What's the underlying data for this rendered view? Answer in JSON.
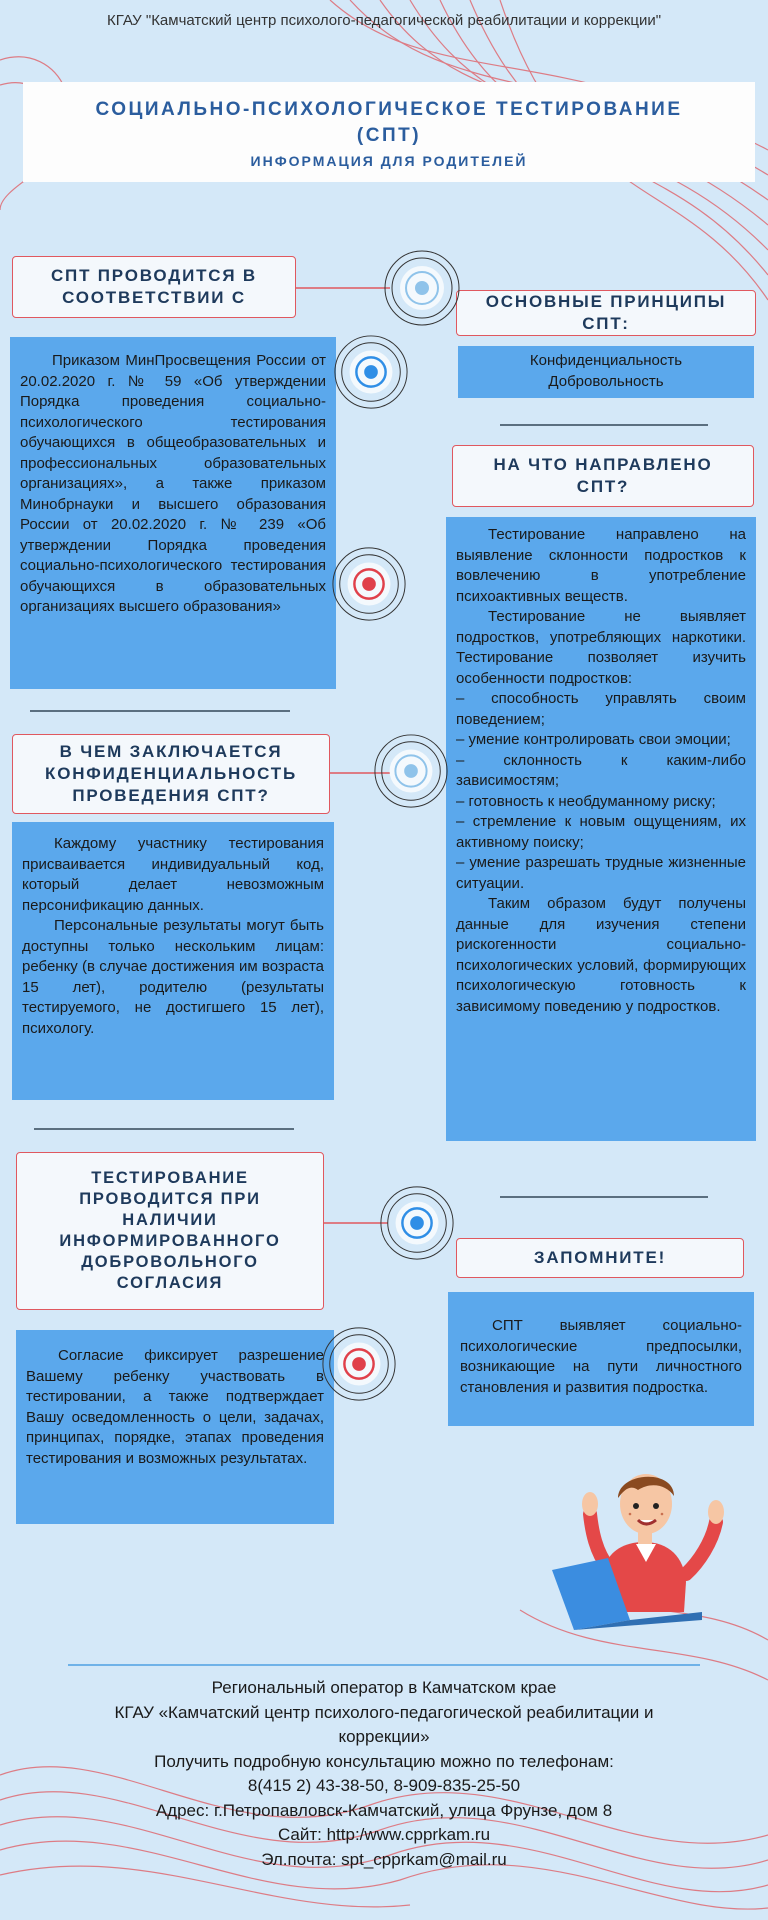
{
  "header": {
    "org_line": "КГАУ \"Камчатский центр психолого-педагогической реабилитации и коррекции\"",
    "title_line1": "СОЦИАЛЬНО-ПСИХОЛОГИЧЕСКОЕ ТЕСТИРОВАНИЕ",
    "title_line2": "(СПТ)",
    "subtitle": "ИНФОРМАЦИЯ ДЛЯ РОДИТЕЛЕЙ"
  },
  "sections": {
    "conducted": {
      "heading_line1": "СПТ ПРОВОДИТСЯ В",
      "heading_line2": "СООТВЕТСТВИИ С",
      "text": "Приказом МинПросвещения России от 20.02.2020 г. № 59 «Об утверждении Порядка проведения социально-психологического тестирования обучающихся в общеобразовательных и профессиональных образовательных организациях», а также приказом Минобрнауки и высшего образования России от 20.02.2020 г. № 239 «Об утверждении Порядка проведения социально-психологического тестирования обучающихся в образовательных организациях высшего образования»"
    },
    "principles": {
      "heading_line1": "ОСНОВНЫЕ ПРИНЦИПЫ",
      "heading_line2": "СПТ:",
      "item1": "Конфиденциальность",
      "item2": "Добровольность"
    },
    "aim": {
      "heading_line1": "НА ЧТО НАПРАВЛЕНО",
      "heading_line2": "СПТ?",
      "p1": "Тестирование направлено на выявление склонности подростков к вовлечению в употребление психоактивных веществ.",
      "p2": "Тестирование не выявляет подростков, употребляющих наркотики. Тестирование позволяет изучить особенности подростков:",
      "li1": "– способность управлять своим поведением;",
      "li2": "– умение контролировать свои эмоции;",
      "li3": "– склонность к каким-либо зависимостям;",
      "li4": "– готовность к необдуманному риску;",
      "li5": "– стремление к новым ощущениям, их активному поиску;",
      "li6": "– умение разрешать трудные жизненные ситуации.",
      "p3": "Таким образом будут получены данные для изучения степени рискогенности социально-психологических условий, формирующих психологическую готовность к зависимому поведению у подростков."
    },
    "confidentiality": {
      "heading_line1": "В ЧЕМ ЗАКЛЮЧАЕТСЯ",
      "heading_line2": "КОНФИДЕНЦИАЛЬНОСТЬ",
      "heading_line3": "ПРОВЕДЕНИЯ СПТ?",
      "p1": "Каждому участнику тестирования присваивается индивидуальный код, который делает невозможным персонификацию данных.",
      "p2": "Персональные результаты могут быть доступны только нескольким лицам: ребенку (в случае достижения им возраста 15 лет), родителю (результаты тестируемого, не достигшего 15 лет), психологу."
    },
    "consent": {
      "heading_line1": "ТЕСТИРОВАНИЕ",
      "heading_line2": "ПРОВОДИТСЯ ПРИ",
      "heading_line3": "НАЛИЧИИ",
      "heading_line4": "ИНФОРМИРОВАННОГО",
      "heading_line5": "ДОБРОВОЛЬНОГО",
      "heading_line6": "СОГЛАСИЯ",
      "text": "Согласие фиксирует разрешение Вашему ребенку участвовать в тестировании, а также подтверждает Вашу осведомленность о цели, задачах, принципах, порядке, этапах проведения тестирования и возможных результатах."
    },
    "remember": {
      "heading": "ЗАПОМНИТЕ!",
      "text": "СПТ выявляет социально-психологические предпосылки, возникающие на пути личностного становления и развития подростка."
    }
  },
  "footer": {
    "line1": "Региональный оператор в Камчатском крае",
    "line2": "КГАУ «Камчатский центр психолого-педагогической реабилитации и",
    "line3": "коррекции»",
    "line4": "Получить подробную консультацию можно по телефонам:",
    "line5": "8(415 2) 43-38-50, 8-909-835-25-50",
    "line6": "Адрес: г.Петропавловск-Камчатский, улица Фрунзе, дом 8",
    "line7": "Сайт: http:/www.cpprkam.ru",
    "line8": "Эл.почта: spt_cpprkam@mail.ru"
  },
  "colors": {
    "background": "#d4e8f8",
    "accent_red": "#e0585f",
    "title_blue": "#2b5d9e",
    "box_blue": "#5ba8ec"
  },
  "icons": {
    "target_blue": "concentric-target-blue-icon",
    "target_red": "concentric-target-red-icon",
    "illustration": "boy-with-laptop-illustration"
  }
}
